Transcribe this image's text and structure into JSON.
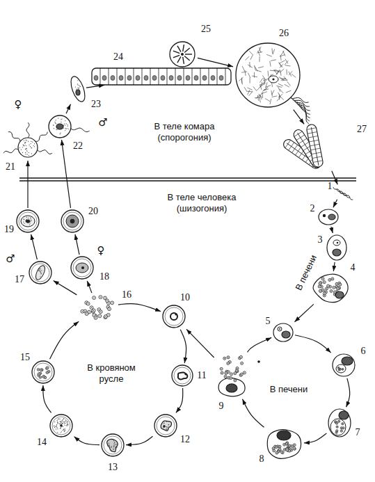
{
  "diagram": {
    "nodes": [
      {
        "text": [
          "1"
        ]
      },
      {
        "text": [
          "2"
        ]
      },
      {
        "text": [
          "3"
        ]
      },
      {
        "text": [
          "4"
        ]
      },
      {
        "text": [
          "5"
        ]
      },
      {
        "text": [
          "6"
        ]
      },
      {
        "text": [
          "7"
        ]
      },
      {
        "text": [
          "8"
        ]
      },
      {
        "text": [
          "9"
        ]
      },
      {
        "text": [
          "10"
        ]
      },
      {
        "text": [
          "11"
        ]
      },
      {
        "text": [
          "12"
        ]
      },
      {
        "text": [
          "13"
        ]
      },
      {
        "text": [
          "14"
        ]
      },
      {
        "text": [
          "15"
        ]
      },
      {
        "text": [
          "16"
        ]
      },
      {
        "text": [
          "17"
        ]
      },
      {
        "text": [
          "18"
        ]
      },
      {
        "text": [
          "19"
        ]
      },
      {
        "text": [
          "20"
        ]
      },
      {
        "text": [
          "21"
        ]
      },
      {
        "text": [
          "22"
        ]
      },
      {
        "text": [
          "23"
        ]
      },
      {
        "text": [
          "24"
        ]
      },
      {
        "text": [
          "25"
        ]
      },
      {
        "text": [
          "26"
        ]
      },
      {
        "text": [
          "27"
        ]
      }
    ],
    "edges": [
      {
        "from": 26,
        "to": 0,
        "arrow": "to"
      },
      {
        "from": 0,
        "to": 1,
        "arrow": "to"
      },
      {
        "from": 1,
        "to": 2,
        "arrow": "to"
      },
      {
        "from": 2,
        "to": 3,
        "arrow": "to"
      },
      {
        "from": 3,
        "to": 4,
        "arrow": "to"
      },
      {
        "from": 4,
        "to": 5,
        "arrow": "to"
      },
      {
        "from": 5,
        "to": 6,
        "arrow": "to"
      },
      {
        "from": 6,
        "to": 7,
        "arrow": "to"
      },
      {
        "from": 7,
        "to": 8,
        "arrow": "to"
      },
      {
        "from": 8,
        "to": 4,
        "arrow": "to"
      },
      {
        "from": 8,
        "to": 9,
        "arrow": "to"
      },
      {
        "from": 9,
        "to": 10,
        "arrow": "to"
      },
      {
        "from": 10,
        "to": 11,
        "arrow": "to"
      },
      {
        "from": 11,
        "to": 12,
        "arrow": "to"
      },
      {
        "from": 12,
        "to": 13,
        "arrow": "to"
      },
      {
        "from": 13,
        "to": 14,
        "arrow": "to"
      },
      {
        "from": 14,
        "to": 15,
        "arrow": "to"
      },
      {
        "from": 15,
        "to": 9,
        "arrow": "to"
      },
      {
        "from": 15,
        "to": 16,
        "arrow": "to"
      },
      {
        "from": 15,
        "to": 17,
        "arrow": "to"
      },
      {
        "from": 16,
        "to": 18,
        "arrow": "to"
      },
      {
        "from": 17,
        "to": 19,
        "arrow": "to"
      },
      {
        "from": 18,
        "to": 20,
        "arrow": "to"
      },
      {
        "from": 19,
        "to": 21,
        "arrow": "to"
      },
      {
        "from": 21,
        "to": 22,
        "arrow": "to"
      },
      {
        "from": 22,
        "to": 23,
        "arrow": "to"
      },
      {
        "from": 24,
        "to": 25,
        "arrow": "to"
      },
      {
        "from": 25,
        "to": 26,
        "arrow": "to"
      }
    ],
    "labels": [
      "В теле комара (спорогония)",
      "В теле человека (шизогония)",
      "В печени",
      "В печени",
      "В кровяном русле",
      "♀",
      "♂",
      "♂",
      "♀"
    ]
  }
}
